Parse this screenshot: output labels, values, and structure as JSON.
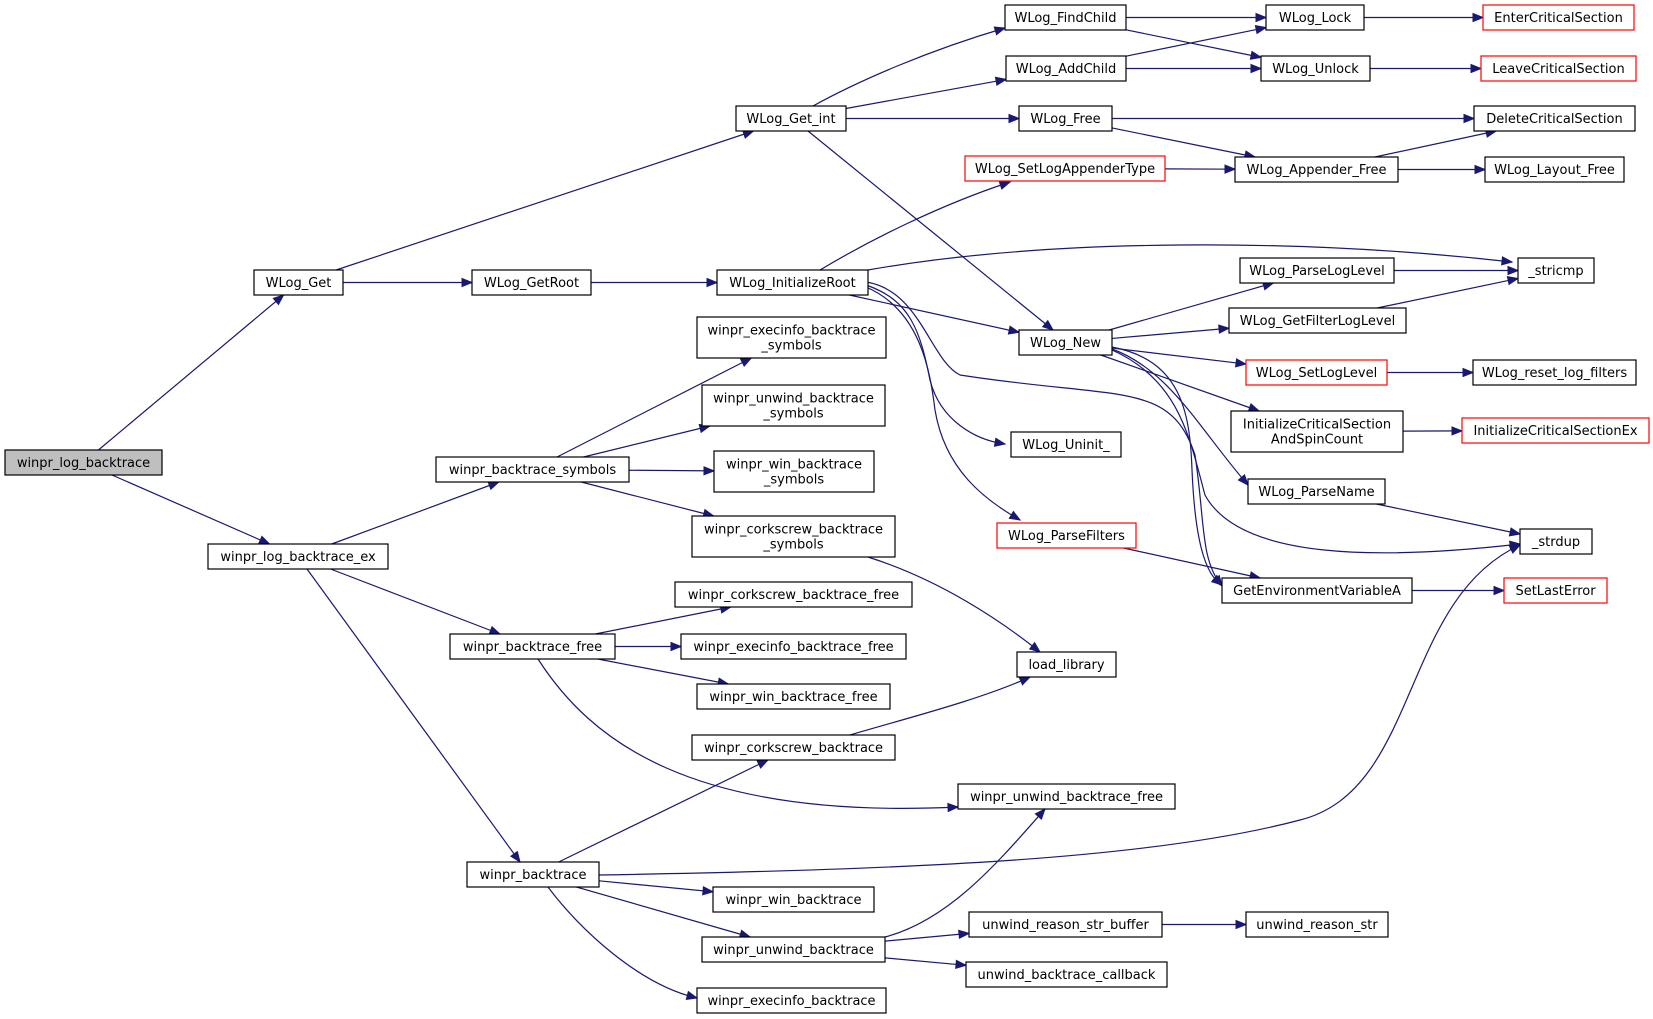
{
  "colors": {
    "edge": "#191970",
    "border": "#000000",
    "link_border": "#ff0000",
    "root_fill": "#bfbfbf"
  },
  "nodes": {
    "n_root": {
      "lines": [
        "winpr_log_backtrace"
      ],
      "style": "root"
    },
    "n_wlog_get": {
      "lines": [
        "WLog_Get"
      ],
      "style": "normal"
    },
    "n_backtrace_ex": {
      "lines": [
        "winpr_log_backtrace_ex"
      ],
      "style": "normal"
    },
    "n_wlog_get_int": {
      "lines": [
        "WLog_Get_int"
      ],
      "style": "normal"
    },
    "n_wlog_getroot": {
      "lines": [
        "WLog_GetRoot"
      ],
      "style": "normal"
    },
    "n_bt_symbols": {
      "lines": [
        "winpr_backtrace_symbols"
      ],
      "style": "normal"
    },
    "n_bt_free": {
      "lines": [
        "winpr_backtrace_free"
      ],
      "style": "normal"
    },
    "n_backtrace": {
      "lines": [
        "winpr_backtrace"
      ],
      "style": "normal"
    },
    "n_initroot": {
      "lines": [
        "WLog_InitializeRoot"
      ],
      "style": "normal"
    },
    "n_exec_sym": {
      "lines": [
        "winpr_execinfo_backtrace",
        "_symbols"
      ],
      "style": "normal"
    },
    "n_unwind_sym": {
      "lines": [
        "winpr_unwind_backtrace",
        "_symbols"
      ],
      "style": "normal"
    },
    "n_win_sym": {
      "lines": [
        "winpr_win_backtrace",
        "_symbols"
      ],
      "style": "normal"
    },
    "n_cork_sym": {
      "lines": [
        "winpr_corkscrew_backtrace",
        "_symbols"
      ],
      "style": "normal"
    },
    "n_cork_free": {
      "lines": [
        "winpr_corkscrew_backtrace_free"
      ],
      "style": "normal"
    },
    "n_exec_free": {
      "lines": [
        "winpr_execinfo_backtrace_free"
      ],
      "style": "normal"
    },
    "n_win_free": {
      "lines": [
        "winpr_win_backtrace_free"
      ],
      "style": "normal"
    },
    "n_cork_bt": {
      "lines": [
        "winpr_corkscrew_backtrace"
      ],
      "style": "normal"
    },
    "n_win_bt": {
      "lines": [
        "winpr_win_backtrace"
      ],
      "style": "normal"
    },
    "n_unwind_bt": {
      "lines": [
        "winpr_unwind_backtrace"
      ],
      "style": "normal"
    },
    "n_exec_bt": {
      "lines": [
        "winpr_execinfo_backtrace"
      ],
      "style": "normal"
    },
    "n_findchild": {
      "lines": [
        "WLog_FindChild"
      ],
      "style": "normal"
    },
    "n_addchild": {
      "lines": [
        "WLog_AddChild"
      ],
      "style": "normal"
    },
    "n_wlog_free": {
      "lines": [
        "WLog_Free"
      ],
      "style": "normal"
    },
    "n_setappender": {
      "lines": [
        "WLog_SetLogAppenderType"
      ],
      "style": "red"
    },
    "n_wlog_new": {
      "lines": [
        "WLog_New"
      ],
      "style": "normal"
    },
    "n_uninit": {
      "lines": [
        "WLog_Uninit_"
      ],
      "style": "normal"
    },
    "n_parsefilters": {
      "lines": [
        "WLog_ParseFilters"
      ],
      "style": "red"
    },
    "n_load_library": {
      "lines": [
        "load_library"
      ],
      "style": "normal"
    },
    "n_unwind_free": {
      "lines": [
        "winpr_unwind_backtrace_free"
      ],
      "style": "normal"
    },
    "n_reason_buf": {
      "lines": [
        "unwind_reason_str_buffer"
      ],
      "style": "normal"
    },
    "n_unwind_cb": {
      "lines": [
        "unwind_backtrace_callback"
      ],
      "style": "normal"
    },
    "n_lock": {
      "lines": [
        "WLog_Lock"
      ],
      "style": "normal"
    },
    "n_unlock": {
      "lines": [
        "WLog_Unlock"
      ],
      "style": "normal"
    },
    "n_appender_free": {
      "lines": [
        "WLog_Appender_Free"
      ],
      "style": "normal"
    },
    "n_parseloglevel": {
      "lines": [
        "WLog_ParseLogLevel"
      ],
      "style": "normal"
    },
    "n_getfilter": {
      "lines": [
        "WLog_GetFilterLogLevel"
      ],
      "style": "normal"
    },
    "n_setloglevel": {
      "lines": [
        "WLog_SetLogLevel"
      ],
      "style": "red"
    },
    "n_initcs_spin": {
      "lines": [
        "InitializeCriticalSection",
        "AndSpinCount"
      ],
      "style": "normal"
    },
    "n_parsename": {
      "lines": [
        "WLog_ParseName"
      ],
      "style": "normal"
    },
    "n_getenv": {
      "lines": [
        "GetEnvironmentVariableA"
      ],
      "style": "normal"
    },
    "n_reason_str": {
      "lines": [
        "unwind_reason_str"
      ],
      "style": "normal"
    },
    "n_entercs": {
      "lines": [
        "EnterCriticalSection"
      ],
      "style": "red"
    },
    "n_leavecs": {
      "lines": [
        "LeaveCriticalSection"
      ],
      "style": "red"
    },
    "n_deletecs": {
      "lines": [
        "DeleteCriticalSection"
      ],
      "style": "normal"
    },
    "n_layout_free": {
      "lines": [
        "WLog_Layout_Free"
      ],
      "style": "normal"
    },
    "n_stricmp": {
      "lines": [
        "_stricmp"
      ],
      "style": "normal"
    },
    "n_reset_filters": {
      "lines": [
        "WLog_reset_log_filters"
      ],
      "style": "normal"
    },
    "n_initcs_ex": {
      "lines": [
        "InitializeCriticalSectionEx"
      ],
      "style": "red"
    },
    "n_strdup": {
      "lines": [
        "_strdup"
      ],
      "style": "normal"
    },
    "n_setlasterror": {
      "lines": [
        "SetLastError"
      ],
      "style": "red"
    }
  },
  "edges": [
    [
      "n_root",
      "n_wlog_get"
    ],
    [
      "n_root",
      "n_backtrace_ex"
    ],
    [
      "n_wlog_get",
      "n_wlog_get_int"
    ],
    [
      "n_wlog_get",
      "n_wlog_getroot"
    ],
    [
      "n_wlog_get_int",
      "n_findchild"
    ],
    [
      "n_wlog_get_int",
      "n_addchild"
    ],
    [
      "n_wlog_get_int",
      "n_wlog_free"
    ],
    [
      "n_wlog_get_int",
      "n_wlog_new"
    ],
    [
      "n_findchild",
      "n_lock"
    ],
    [
      "n_findchild",
      "n_unlock"
    ],
    [
      "n_addchild",
      "n_lock"
    ],
    [
      "n_addchild",
      "n_unlock"
    ],
    [
      "n_lock",
      "n_entercs"
    ],
    [
      "n_unlock",
      "n_leavecs"
    ],
    [
      "n_wlog_free",
      "n_deletecs"
    ],
    [
      "n_wlog_free",
      "n_appender_free"
    ],
    [
      "n_setappender",
      "n_appender_free"
    ],
    [
      "n_appender_free",
      "n_deletecs"
    ],
    [
      "n_appender_free",
      "n_layout_free"
    ],
    [
      "n_wlog_getroot",
      "n_initroot"
    ],
    [
      "n_initroot",
      "n_setappender"
    ],
    [
      "n_initroot",
      "n_stricmp"
    ],
    [
      "n_initroot",
      "n_wlog_new"
    ],
    [
      "n_initroot",
      "n_getenv"
    ],
    [
      "n_initroot",
      "n_uninit"
    ],
    [
      "n_initroot",
      "n_parsefilters"
    ],
    [
      "n_wlog_new",
      "n_parseloglevel"
    ],
    [
      "n_wlog_new",
      "n_getfilter"
    ],
    [
      "n_wlog_new",
      "n_setloglevel"
    ],
    [
      "n_wlog_new",
      "n_initcs_spin"
    ],
    [
      "n_wlog_new",
      "n_parsename"
    ],
    [
      "n_wlog_new",
      "n_getenv"
    ],
    [
      "n_wlog_new",
      "n_strdup"
    ],
    [
      "n_parseloglevel",
      "n_stricmp"
    ],
    [
      "n_getfilter",
      "n_stricmp"
    ],
    [
      "n_setloglevel",
      "n_reset_filters"
    ],
    [
      "n_initcs_spin",
      "n_initcs_ex"
    ],
    [
      "n_parsename",
      "n_strdup"
    ],
    [
      "n_parsefilters",
      "n_getenv"
    ],
    [
      "n_getenv",
      "n_setlasterror"
    ],
    [
      "n_backtrace_ex",
      "n_bt_symbols"
    ],
    [
      "n_backtrace_ex",
      "n_bt_free"
    ],
    [
      "n_backtrace_ex",
      "n_backtrace"
    ],
    [
      "n_bt_symbols",
      "n_exec_sym"
    ],
    [
      "n_bt_symbols",
      "n_unwind_sym"
    ],
    [
      "n_bt_symbols",
      "n_win_sym"
    ],
    [
      "n_bt_symbols",
      "n_cork_sym"
    ],
    [
      "n_cork_sym",
      "n_load_library"
    ],
    [
      "n_bt_free",
      "n_cork_free"
    ],
    [
      "n_bt_free",
      "n_exec_free"
    ],
    [
      "n_bt_free",
      "n_win_free"
    ],
    [
      "n_bt_free",
      "n_unwind_free"
    ],
    [
      "n_cork_bt",
      "n_load_library"
    ],
    [
      "n_backtrace",
      "n_cork_bt"
    ],
    [
      "n_backtrace",
      "n_strdup"
    ],
    [
      "n_backtrace",
      "n_win_bt"
    ],
    [
      "n_backtrace",
      "n_unwind_bt"
    ],
    [
      "n_backtrace",
      "n_exec_bt"
    ],
    [
      "n_unwind_bt",
      "n_unwind_free"
    ],
    [
      "n_unwind_bt",
      "n_reason_buf"
    ],
    [
      "n_unwind_bt",
      "n_unwind_cb"
    ],
    [
      "n_reason_buf",
      "n_reason_str"
    ]
  ]
}
